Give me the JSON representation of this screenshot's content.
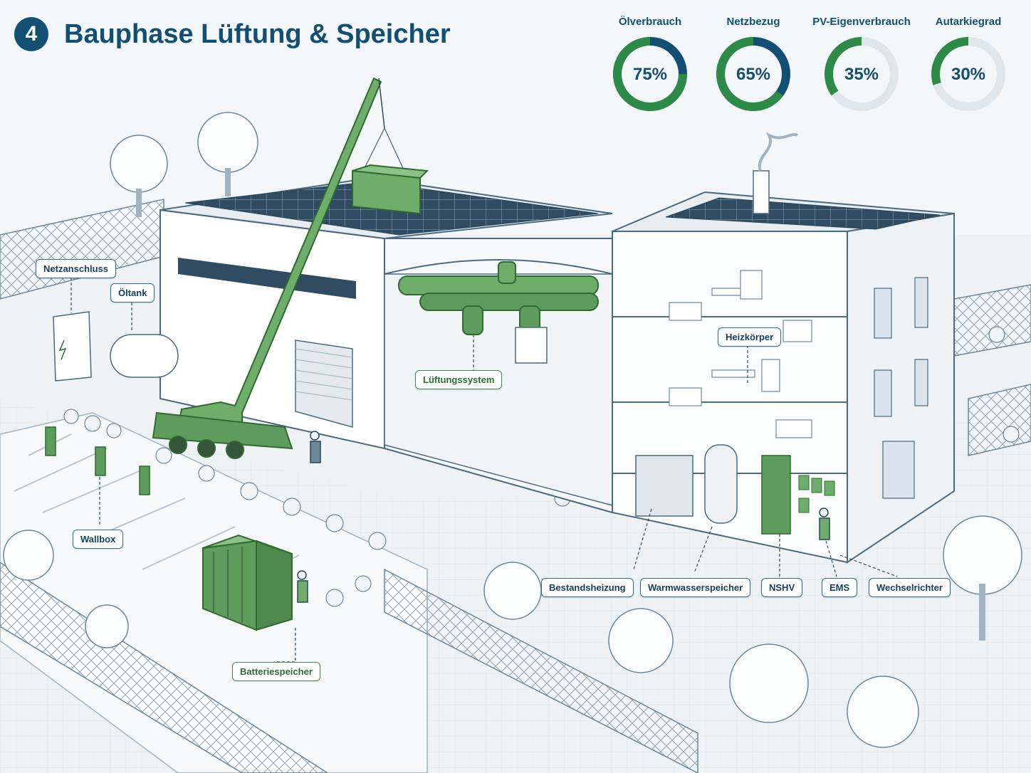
{
  "header": {
    "step_number": "4",
    "title": "Bauphase Lüftung & Speicher"
  },
  "kpis": [
    {
      "label": "Ölverbrauch",
      "percent": 75,
      "display": "75%",
      "outer_color": "#124f72",
      "fill_color": "#2e8a47"
    },
    {
      "label": "Netzbezug",
      "percent": 65,
      "display": "65%",
      "outer_color": "#124f72",
      "fill_color": "#2e8a47"
    },
    {
      "label": "PV-Eigenverbrauch",
      "percent": 35,
      "display": "35%",
      "outer_color": "#dfe6ec",
      "fill_color": "#2e8a47"
    },
    {
      "label": "Autarkiegrad",
      "percent": 30,
      "display": "30%",
      "outer_color": "#dfe6ec",
      "fill_color": "#2e8a47"
    }
  ],
  "callouts": {
    "netzanschluss": "Netzanschluss",
    "oeltank": "Öltank",
    "lueftungssystem": "Lüftungssystem",
    "heizkoerper": "Heizkörper",
    "wallbox": "Wallbox",
    "batteriespeicher": "Batteriespeicher",
    "bestandsheizung": "Bestandsheizung",
    "warmwasserspeicher": "Warmwasserspeicher",
    "nshv": "NSHV",
    "ems": "EMS",
    "wechselrichter": "Wechselrichter"
  },
  "colors": {
    "primary": "#124f72",
    "accent_green": "#2e8a47",
    "equipment_green": "#5e9c5e",
    "line": "#4a6a80",
    "ground": "#eef2f5"
  }
}
